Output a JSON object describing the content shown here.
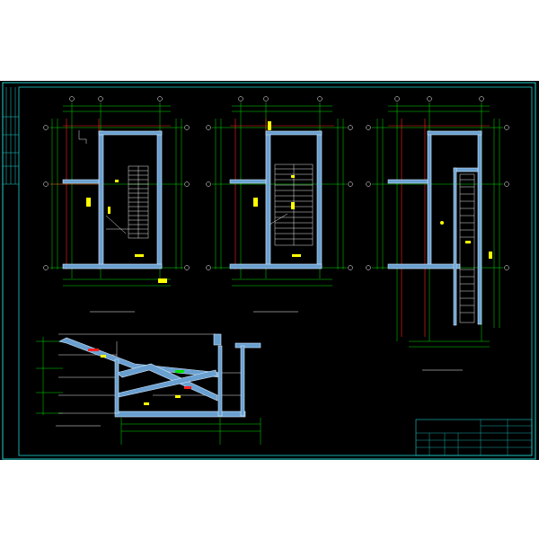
{
  "drawing": {
    "background": "#000000",
    "colors": {
      "border": "#1fd0d0",
      "dimension": "#00e000",
      "axis": "#ff2020",
      "wall": "#6aa0d0",
      "text": "#ffffff",
      "note": "#ffff00"
    },
    "views": [
      {
        "id": "plan-1",
        "caption": ""
      },
      {
        "id": "plan-2",
        "caption": ""
      },
      {
        "id": "plan-3",
        "caption": ""
      },
      {
        "id": "section-1",
        "caption": ""
      }
    ],
    "title_block": {
      "project": "",
      "drawing_title": "",
      "drawing_no": ""
    }
  }
}
